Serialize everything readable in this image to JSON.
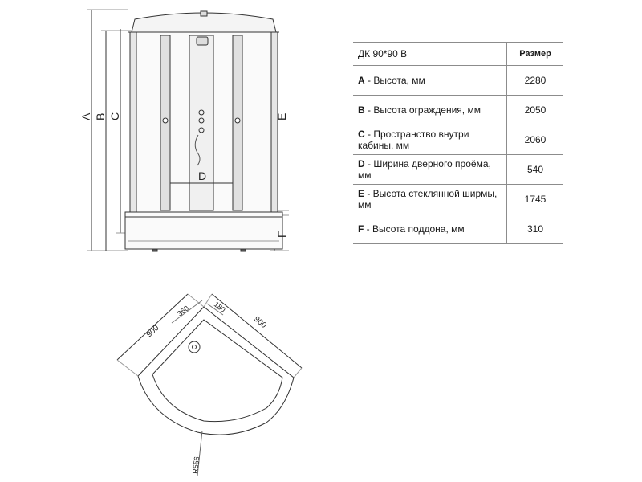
{
  "front_view": {
    "labels": {
      "a": "A",
      "b": "B",
      "c": "C",
      "d": "D",
      "e": "E",
      "f": "F"
    }
  },
  "spec_table": {
    "title": "ДК 90*90 В",
    "size_header": "Размер",
    "rows": [
      {
        "key": "A",
        "text": " - Высота, мм",
        "value": "2280"
      },
      {
        "key": "B",
        "text": " - Высота ограждения, мм",
        "value": "2050"
      },
      {
        "key": "C",
        "text": " - Пространство внутри кабины, мм",
        "value": "2060"
      },
      {
        "key": "D",
        "text": " - Ширина дверного проёма, мм",
        "value": "540"
      },
      {
        "key": "E",
        "text": " - Высота стеклянной ширмы, мм",
        "value": "1745"
      },
      {
        "key": "F",
        "text": " - Высота поддона, мм",
        "value": "310"
      }
    ]
  },
  "top_view": {
    "dim_left": "900",
    "dim_right": "900",
    "dim_drain_a": "360",
    "dim_drain_b": "180",
    "radius_label": "R556"
  }
}
